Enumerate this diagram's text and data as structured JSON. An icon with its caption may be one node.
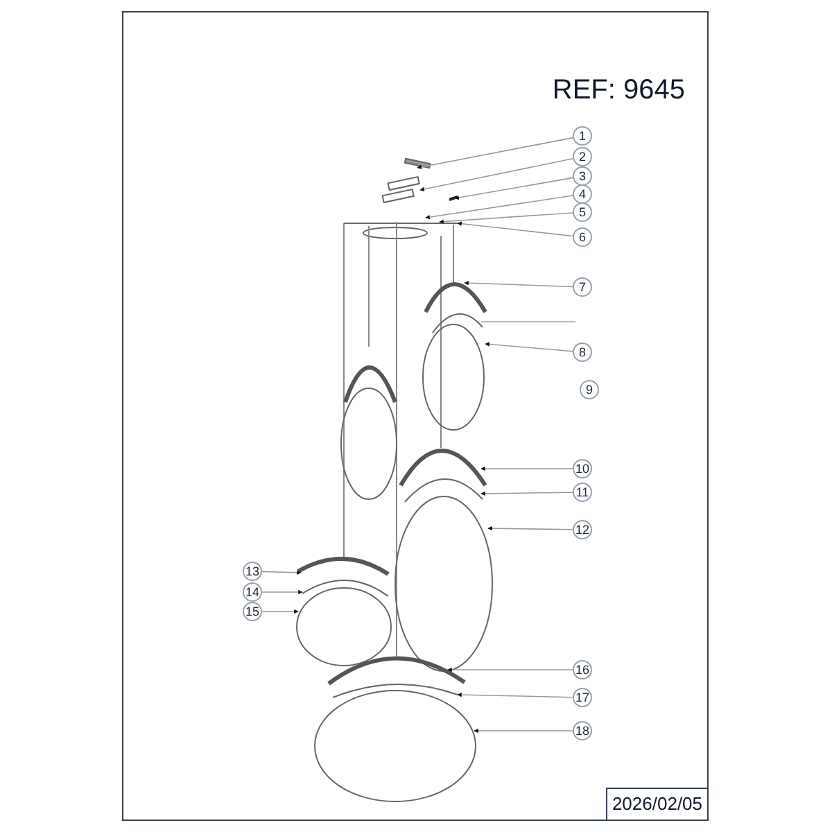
{
  "diagram": {
    "nodes": [
      {
        "text": [
          "1"
        ]
      },
      {
        "text": [
          "2"
        ]
      },
      {
        "text": [
          "3"
        ]
      },
      {
        "text": [
          "4"
        ]
      },
      {
        "text": [
          "5"
        ]
      },
      {
        "text": [
          "6"
        ]
      },
      {
        "text": [
          "7"
        ]
      },
      {
        "text": [
          "8"
        ]
      },
      {
        "text": [
          "9"
        ]
      },
      {
        "text": [
          "10"
        ]
      },
      {
        "text": [
          "11"
        ]
      },
      {
        "text": [
          "12"
        ]
      },
      {
        "text": [
          "13"
        ]
      },
      {
        "text": [
          "14"
        ]
      },
      {
        "text": [
          "15"
        ]
      },
      {
        "text": [
          "16"
        ]
      },
      {
        "text": [
          "17"
        ]
      },
      {
        "text": [
          "18"
        ]
      }
    ],
    "edges": [
      {
        "from": 0,
        "to": null,
        "arrow": "to"
      },
      {
        "from": 1,
        "to": null,
        "arrow": "to"
      },
      {
        "from": 2,
        "to": null,
        "arrow": "to"
      },
      {
        "from": 3,
        "to": null,
        "arrow": "to"
      },
      {
        "from": 4,
        "to": null,
        "arrow": "to"
      },
      {
        "from": 5,
        "to": null,
        "arrow": "to"
      },
      {
        "from": 6,
        "to": null,
        "arrow": "to"
      },
      {
        "from": 7,
        "to": null,
        "arrow": "to"
      },
      {
        "from": 9,
        "to": null,
        "arrow": "to"
      },
      {
        "from": 10,
        "to": null,
        "arrow": "to"
      },
      {
        "from": 11,
        "to": null,
        "arrow": "to"
      },
      {
        "from": 12,
        "to": null,
        "arrow": "to"
      },
      {
        "from": 13,
        "to": null,
        "arrow": "to"
      },
      {
        "from": 14,
        "to": null,
        "arrow": "to"
      },
      {
        "from": 15,
        "to": null,
        "arrow": "to"
      },
      {
        "from": 16,
        "to": null,
        "arrow": "to"
      },
      {
        "from": 17,
        "to": null,
        "arrow": "to"
      }
    ],
    "labels": [
      "REF: 9645",
      "2026/02/05"
    ]
  }
}
